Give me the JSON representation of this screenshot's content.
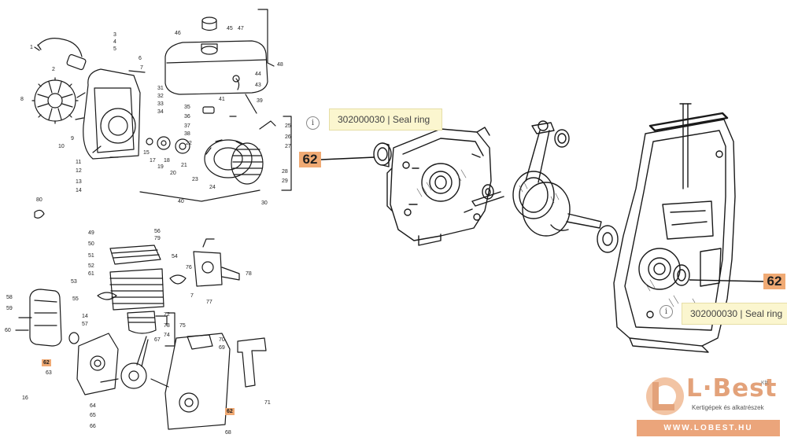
{
  "callouts": [
    {
      "label": "62",
      "tooltip": "302000030 | Seal ring"
    },
    {
      "label": "62",
      "tooltip": "302000030 | Seal ring"
    }
  ],
  "info_glyph": "i",
  "parts_labels": {
    "top": [
      "1",
      "2",
      "3",
      "4",
      "5",
      "6",
      "7",
      "8",
      "9",
      "10",
      "11",
      "12",
      "13",
      "14",
      "15",
      "17",
      "18",
      "19",
      "20",
      "21",
      "22",
      "23",
      "24",
      "25",
      "26",
      "27",
      "28",
      "29",
      "30",
      "31",
      "32",
      "33",
      "34",
      "35",
      "36",
      "37",
      "38",
      "39",
      "40",
      "41",
      "43",
      "44",
      "45",
      "46",
      "47",
      "48",
      "80"
    ],
    "bottom": [
      "7",
      "14",
      "16",
      "49",
      "50",
      "51",
      "52",
      "53",
      "54",
      "55",
      "56",
      "57",
      "58",
      "59",
      "60",
      "61",
      "62",
      "63",
      "64",
      "65",
      "66",
      "67",
      "68",
      "69",
      "70",
      "71",
      "72",
      "73",
      "74",
      "75",
      "76",
      "77",
      "78",
      "79"
    ]
  },
  "logo": {
    "brand": "L·Best",
    "suffix": "Kft.",
    "subtitle": "Kertigépek és alkatrészek",
    "url": "WWW.LOBEST.HU",
    "accent_color": "#eba57b"
  }
}
